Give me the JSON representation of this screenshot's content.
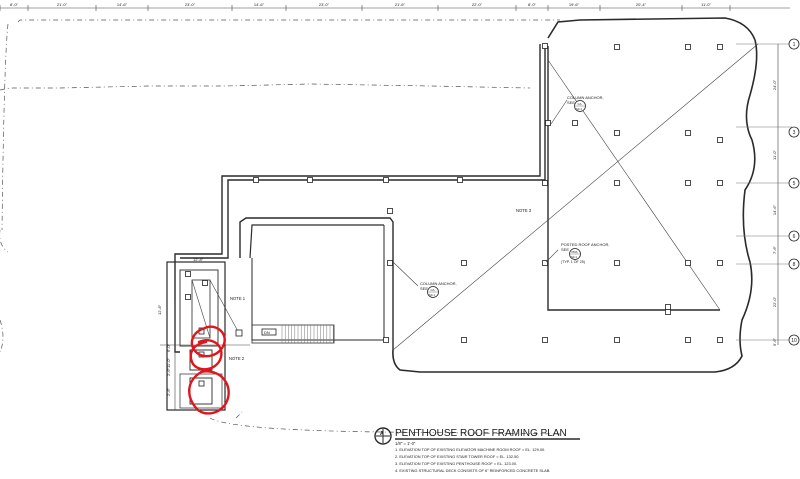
{
  "drawing": {
    "title": "PENTHOUSE ROOF FRAMING PLAN",
    "scale": "1/8\" = 1'-0\"",
    "title_mark": "A",
    "notes": [
      "1.   ELEVATION TOP OF EXISTING ELEVATOR MACHINE ROOM ROOF = EL. 129.00.",
      "2.   ELEVATION TOP OF EXISTING STAIR TOWER ROOF = EL. 132.50.",
      "3.   ELEVATION TOP OF EXISTING PENTHOUSE ROOF = EL. 123.00.",
      "4.   EXISTING STRUCTURAL DECK CONSISTS OF 6\" REINFORCED CONCRETE SLAB."
    ]
  },
  "dimensions_top": [
    "8'-0\"",
    "21'-0\"",
    "14'-6\"",
    "23'-0\"",
    "14'-6\"",
    "23'-0\"",
    "21'-6\"",
    "22'-0\"",
    "8'-0\"",
    "19'-6\"",
    "20'-4\"",
    "11'-0\""
  ],
  "dimensions_right": [
    "24'-0\"",
    "11'-0\"",
    "14'-6\"",
    "7'-6\"",
    "22'-0\"",
    "9'-6\""
  ],
  "dimensions_left": [
    "12'-8\"",
    "6'-0\"",
    "2'-6\"",
    "11'-0\"",
    "2'-6\""
  ],
  "dimension_mid": "12'-8\"",
  "grid_bubbles": [
    "1",
    "3",
    "5",
    "6",
    "8",
    "10"
  ],
  "callouts": [
    {
      "lines": [
        "COLUMN ANCHOR,",
        "SEE"
      ],
      "tag": "CA",
      "sheet": "S3-1"
    },
    {
      "lines": [
        "POSTED ROOF ANCHOR,",
        "SEE"
      ],
      "tag": "PRA",
      "sheet": "S3-1",
      "extra": "(TYP. 1 OF 25)"
    },
    {
      "lines": [
        "COLUMN ANCHOR,",
        "SEE"
      ],
      "tag": "CA",
      "sheet": "S3-1"
    }
  ],
  "plan_notes": {
    "note3": "NOTE 3",
    "note1": "NOTE 1",
    "note2": "NOTE 2",
    "dn": "DN"
  }
}
